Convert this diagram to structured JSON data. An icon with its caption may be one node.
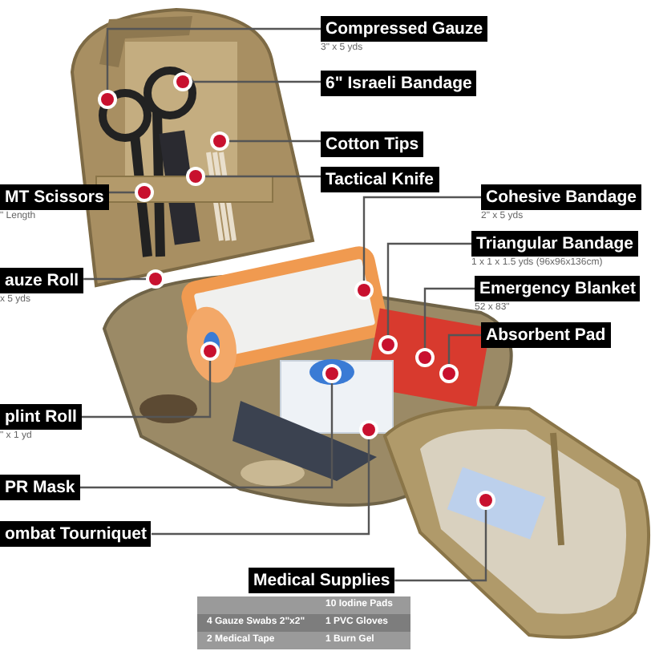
{
  "diagram": {
    "nodes": [
      {
        "text": [
          "Compressed Gauze",
          "3\" x 5 yds"
        ]
      },
      {
        "text": [
          "6\" Israeli Bandage"
        ]
      },
      {
        "text": [
          "Cotton Tips"
        ]
      },
      {
        "text": [
          "Tactical Knife"
        ]
      },
      {
        "text": [
          "MT Scissors",
          "\" Length"
        ]
      },
      {
        "text": [
          "Cohesive Bandage",
          "2\" x 5 yds"
        ]
      },
      {
        "text": [
          "Triangular Bandage",
          "1 x 1 x 1.5 yds (96x96x136cm)"
        ]
      },
      {
        "text": [
          "Emergency Blanket",
          "52 x 83\""
        ]
      },
      {
        "text": [
          "Absorbent Pad"
        ]
      },
      {
        "text": [
          "auze Roll",
          "x 5 yds"
        ]
      },
      {
        "text": [
          "plint Roll",
          "\" x 1 yd"
        ]
      },
      {
        "text": [
          "PR Mask"
        ]
      },
      {
        "text": [
          "ombat Tourniquet"
        ]
      },
      {
        "text": [
          "Medical Supplies"
        ]
      },
      {
        "text": [],
        "shape": "circle"
      },
      {
        "text": [],
        "shape": "circle"
      },
      {
        "text": [],
        "shape": "circle"
      },
      {
        "text": [],
        "shape": "circle"
      },
      {
        "text": [],
        "shape": "circle"
      },
      {
        "text": [],
        "shape": "circle"
      },
      {
        "text": [],
        "shape": "circle"
      },
      {
        "text": [],
        "shape": "circle"
      },
      {
        "text": [],
        "shape": "circle"
      },
      {
        "text": [],
        "shape": "circle"
      },
      {
        "text": [],
        "shape": "circle"
      },
      {
        "text": [],
        "shape": "circle"
      },
      {
        "text": [],
        "shape": "circle"
      },
      {
        "text": [],
        "shape": "circle"
      }
    ],
    "edges": [
      {
        "from": 0,
        "to": 15,
        "arrow": "none"
      },
      {
        "from": 1,
        "to": 14,
        "arrow": "none"
      },
      {
        "from": 2,
        "to": 16,
        "arrow": "none"
      },
      {
        "from": 3,
        "to": 17,
        "arrow": "none"
      },
      {
        "from": 4,
        "to": 18,
        "arrow": "none"
      },
      {
        "from": 5,
        "to": 20,
        "arrow": "none"
      },
      {
        "from": 6,
        "to": 21,
        "arrow": "none"
      },
      {
        "from": 7,
        "to": 23,
        "arrow": "none"
      },
      {
        "from": 8,
        "to": 24,
        "arrow": "none"
      },
      {
        "from": 9,
        "to": 19,
        "arrow": "none"
      },
      {
        "from": 10,
        "to": 22,
        "arrow": "none"
      },
      {
        "from": 11,
        "to": 25,
        "arrow": "none"
      },
      {
        "from": 12,
        "to": 26,
        "arrow": "none"
      },
      {
        "from": 13,
        "to": 27,
        "arrow": "none"
      }
    ],
    "labels": [
      "10 Iodine Pads",
      "4 Gauze Swabs 2\"x2\"",
      "1 PVC Gloves",
      "2 Medical Tape",
      "1 Burn Gel"
    ]
  }
}
